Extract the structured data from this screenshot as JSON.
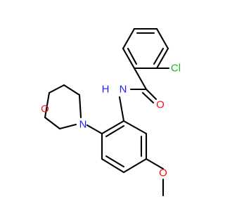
{
  "molecule": {
    "atom_labels": {
      "chlorine": "Cl",
      "amide_oxygen": "O",
      "amide_nitrogen": "N",
      "amide_hydrogen": "H",
      "morpholine_oxygen": "O",
      "morpholine_nitrogen": "N",
      "methoxy_oxygen": "O"
    },
    "colors": {
      "bond": "#000000",
      "chlorine": "#1fb31f",
      "oxygen": "#ff0d0d",
      "nitrogen": "#2020ff",
      "background": "#ffffff"
    }
  }
}
